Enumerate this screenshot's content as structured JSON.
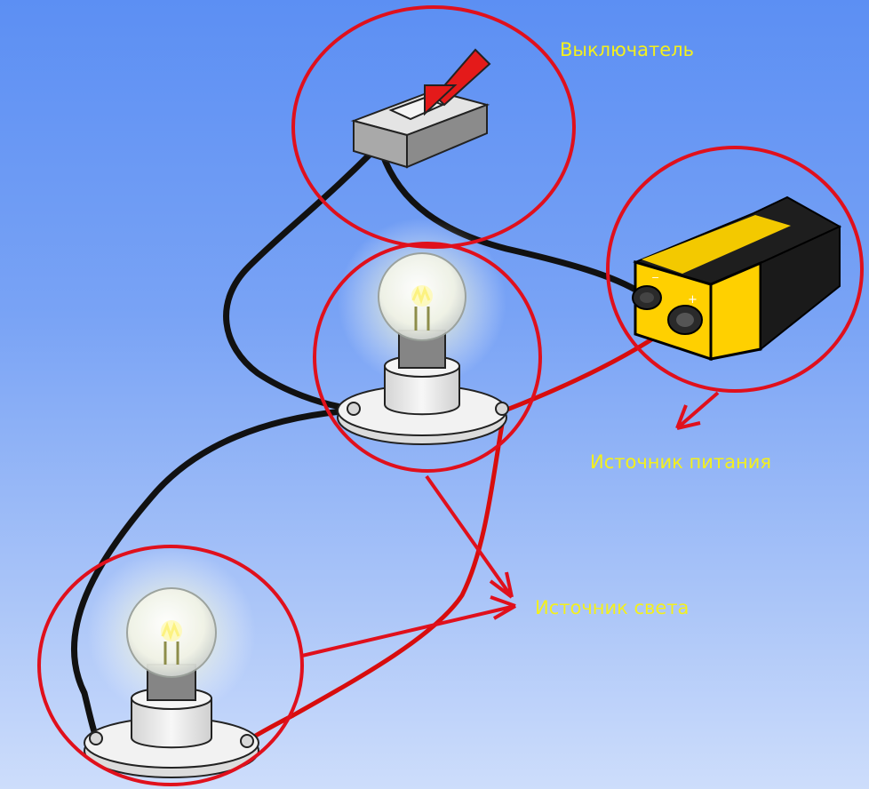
{
  "labels": {
    "switch": "Выключатель",
    "power_source": "Источник питания",
    "light_source": "Источник света"
  },
  "battery": {
    "minus_sign": "−",
    "plus_sign": "+"
  },
  "colors": {
    "annotation_red": "#e0101c",
    "label_yellow": "#f4f01c",
    "wire_black": "#111111",
    "wire_red": "#dd1010",
    "battery_yellow": "#ffd000",
    "battery_black": "#1a1a1a"
  }
}
